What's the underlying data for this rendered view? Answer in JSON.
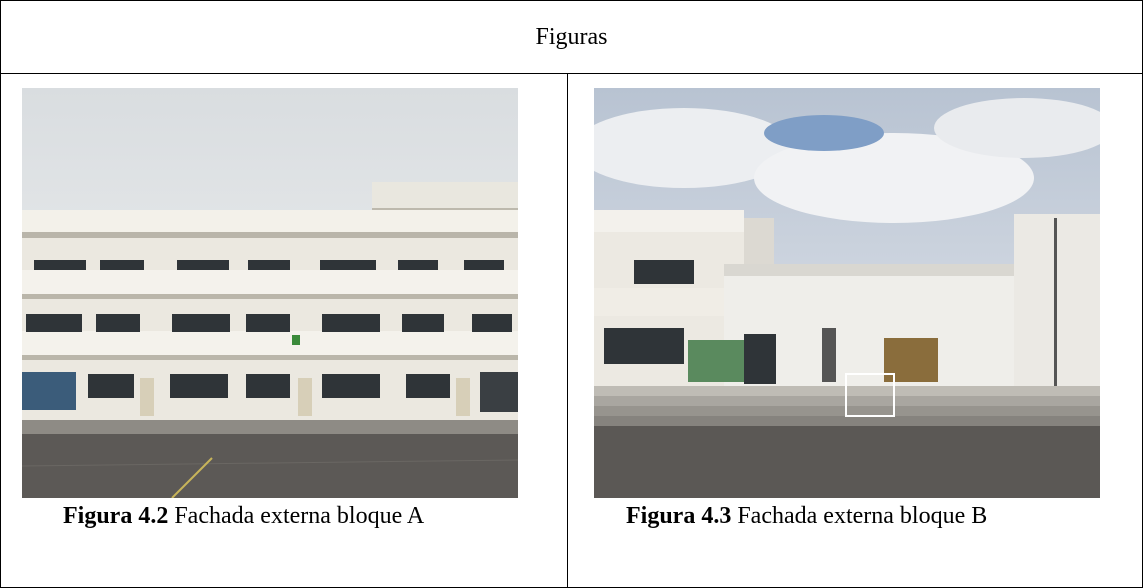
{
  "table": {
    "header": "Figuras",
    "cells": [
      {
        "photo_label": "school-building-facade-block-a-photo",
        "caption_bold": "Figura  4.2",
        "caption_text": " Fachada externa bloque A"
      },
      {
        "photo_label": "school-building-facade-block-b-photo",
        "caption_bold": "Figura  4.3",
        "caption_text": " Fachada externa bloque B"
      }
    ]
  }
}
